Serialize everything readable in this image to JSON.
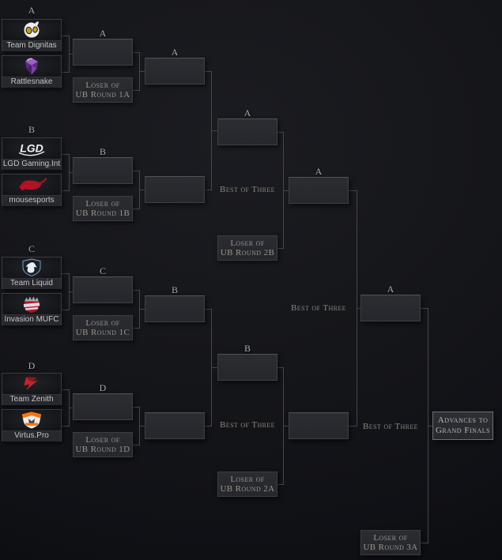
{
  "colors": {
    "background": "#121318",
    "box_fill": "#27292e",
    "box_border": "#3e4045",
    "wire": "#45474b",
    "loser_text": "#9a958b",
    "label_text": "#aaacb0",
    "note_text": "#8b877e",
    "advance_text": "#b4b6ba",
    "advance_border": "#6d6f75",
    "team_name_text": "#c4c5c7"
  },
  "sections": [
    {
      "group_label": "A",
      "round1_label": "A",
      "teams": [
        {
          "name": "Team Dignitas",
          "icon": "dignitas-logo"
        },
        {
          "name": "Rattlesnake",
          "icon": "rattlesnake-logo"
        }
      ],
      "loser": {
        "line1": "Loser of",
        "line2": "UB Round 1A"
      }
    },
    {
      "group_label": "B",
      "round1_label": "B",
      "teams": [
        {
          "name": "LGD Gaming.Int",
          "icon": "lgd-logo"
        },
        {
          "name": "mousesports",
          "icon": "mousesports-logo"
        }
      ],
      "loser": {
        "line1": "Loser of",
        "line2": "UB Round 1B"
      }
    },
    {
      "group_label": "C",
      "round1_label": "C",
      "teams": [
        {
          "name": "Team Liquid",
          "icon": "team-liquid-logo"
        },
        {
          "name": "Invasion MUFC",
          "icon": "invasion-mufc-logo"
        }
      ],
      "loser": {
        "line1": "Loser of",
        "line2": "UB Round 1C"
      }
    },
    {
      "group_label": "D",
      "round1_label": "D",
      "teams": [
        {
          "name": "Team Zenith",
          "icon": "team-zenith-logo"
        },
        {
          "name": "Virtus.Pro",
          "icon": "virtus-pro-logo"
        }
      ],
      "loser": {
        "line1": "Loser of",
        "line2": "UB Round 1D"
      }
    }
  ],
  "round2": {
    "label_top": "A",
    "label_bottom": "B"
  },
  "round3": [
    {
      "label": "A",
      "note": "Best of Three",
      "loser": {
        "line1": "Loser of",
        "line2": "UB Round 2B"
      }
    },
    {
      "label": "B",
      "note": "Best of Three",
      "loser": {
        "line1": "Loser of",
        "line2": "UB Round 2A"
      }
    }
  ],
  "round4": {
    "label": "A",
    "note": "Best of Three"
  },
  "final": {
    "label": "A",
    "note": "Best of Three",
    "loser": {
      "line1": "Loser of",
      "line2": "UB Round 3A"
    },
    "advance": {
      "line1": "Advances to",
      "line2": "Grand Finals"
    }
  }
}
